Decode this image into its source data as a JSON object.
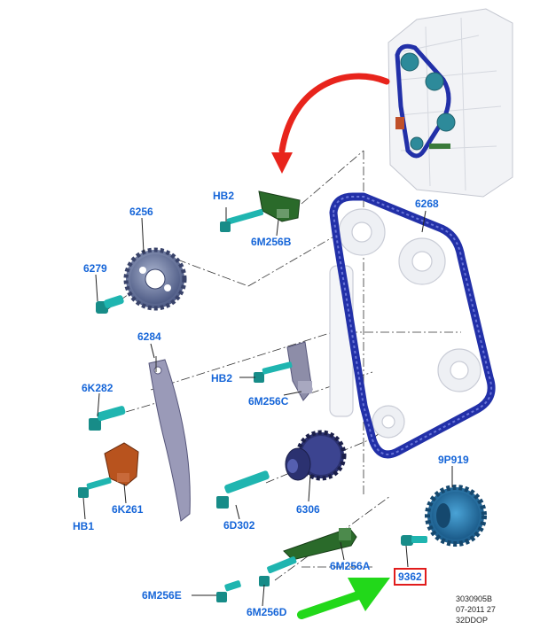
{
  "parts": [
    {
      "id": "hb2_top",
      "label": "HB2"
    },
    {
      "id": "6m256b",
      "label": "6M256B"
    },
    {
      "id": "6256",
      "label": "6256"
    },
    {
      "id": "6279",
      "label": "6279"
    },
    {
      "id": "6268",
      "label": "6268"
    },
    {
      "id": "6284",
      "label": "6284"
    },
    {
      "id": "hb2_mid",
      "label": "HB2"
    },
    {
      "id": "6m256c",
      "label": "6M256C"
    },
    {
      "id": "6k282",
      "label": "6K282"
    },
    {
      "id": "9p919",
      "label": "9P919"
    },
    {
      "id": "6k261",
      "label": "6K261"
    },
    {
      "id": "6306",
      "label": "6306"
    },
    {
      "id": "6d302",
      "label": "6D302"
    },
    {
      "id": "hb1",
      "label": "HB1"
    },
    {
      "id": "6m256a",
      "label": "6M256A"
    },
    {
      "id": "9362",
      "label": "9362"
    },
    {
      "id": "6m256e",
      "label": "6M256E"
    },
    {
      "id": "6m256d",
      "label": "6M256D"
    }
  ],
  "highlighted_part": "9362",
  "colors": {
    "label_blue": "#1565d8",
    "highlight_red": "#e11c1c",
    "callout_arrow_red": "#e8241c",
    "pointer_arrow_green": "#22d81a",
    "chain_blue": "#2230a8",
    "bolt_teal": "#1fb5b0",
    "sprocket_blue": "#2a78a8",
    "guide_gray": "#9a9ab8",
    "tensioner_orange": "#b8531e",
    "guide_green": "#2a6a2a"
  },
  "stamp": {
    "line1": "3030905B",
    "line2": "07-2011 27",
    "line3": "32DDOP"
  }
}
